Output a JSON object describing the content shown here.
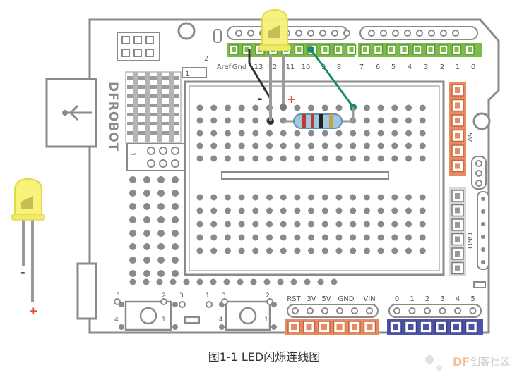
{
  "caption": "图1-1 LED闪烁连线图",
  "watermark": {
    "brand": "DF",
    "text": "创客社区"
  },
  "board": {
    "brand": "DFROBOT",
    "top_header_labels": [
      "Aref",
      "Gnd",
      "13",
      "12",
      "11",
      "10",
      "9",
      "8",
      "7",
      "6",
      "5",
      "4",
      "3",
      "2",
      "1",
      "0"
    ],
    "pin2_label": "2",
    "pin1_label": "1",
    "small_label_1": "1",
    "right_side_label_5v": "5V",
    "right_side_label_gnd": "GND",
    "power_labels": [
      "RST",
      "3V",
      "5V",
      "GND",
      "VIN"
    ],
    "analog_labels": [
      "0",
      "1",
      "2",
      "3",
      "4",
      "5"
    ],
    "button_left_labels": {
      "tl": "3",
      "tr": "2",
      "bl": "4",
      "br": "1"
    },
    "middle_labels": {
      "a": "3",
      "b": "1"
    },
    "button_right_labels": {
      "tl": "3",
      "tr": "2",
      "bl": "4",
      "br": "1"
    }
  },
  "breadboard": {
    "minus_label": "-",
    "plus_label": "+"
  },
  "legend_led": {
    "minus_label": "-",
    "plus_label": "+"
  },
  "colors": {
    "board_line": "#8a8a8a",
    "green_header": "#7dba4a",
    "orange_header": "#e98a63",
    "blue_header": "#4b52a8",
    "wire_black": "#333333",
    "wire_green": "#1a8a6a",
    "led_yellow": "#f6f27a",
    "plus_red": "#e0522a"
  }
}
